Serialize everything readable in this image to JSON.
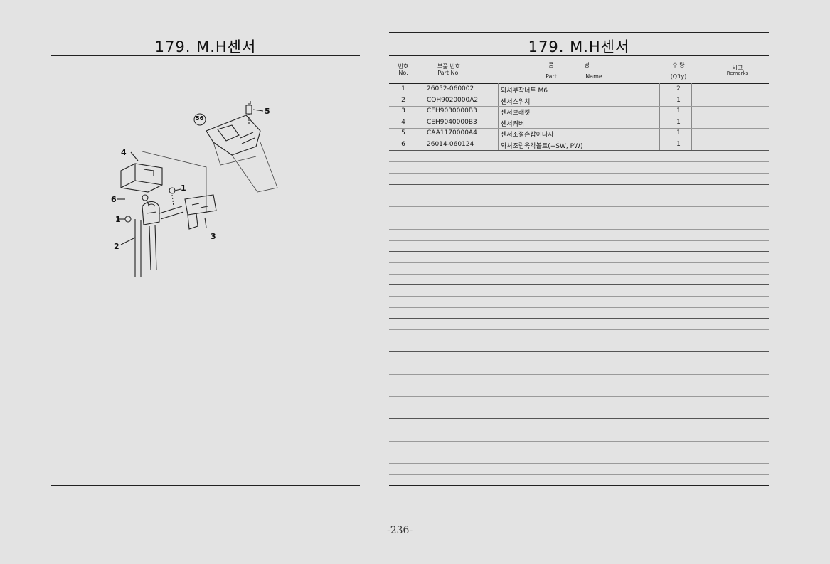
{
  "left_page": {
    "title": "179. M.H센서",
    "callouts": {
      "c1a": "1",
      "c1b": "1",
      "c2": "2",
      "c3": "3",
      "c4": "4",
      "c5": "5",
      "c6": "6",
      "c56": "56"
    }
  },
  "right_page": {
    "title": "179. M.H센서",
    "headers": {
      "no_ko": "번호",
      "no_en": "No.",
      "part_ko": "부품 번호",
      "part_en": "Part No.",
      "name_ko_1": "품",
      "name_ko_2": "명",
      "name_part": "Part",
      "name_name": "Name",
      "qty_ko": "수 량",
      "qty_en": "(Q'ty)",
      "remarks_ko": "비고",
      "remarks_en": "Remarks"
    },
    "rows": [
      {
        "no": "1",
        "part_no": "26052-060002",
        "name": "와셔부착너트 M6",
        "qty": "2",
        "remarks": ""
      },
      {
        "no": "2",
        "part_no": "CQH9020000A2",
        "name": "센서스위치",
        "qty": "1",
        "remarks": ""
      },
      {
        "no": "3",
        "part_no": "CEH9030000B3",
        "name": "센서브래킷",
        "qty": "1",
        "remarks": ""
      },
      {
        "no": "4",
        "part_no": "CEH9040000B3",
        "name": "센서커버",
        "qty": "1",
        "remarks": ""
      },
      {
        "no": "5",
        "part_no": "CAA1170000A4",
        "name": "센서조절손잡이나사",
        "qty": "1",
        "remarks": ""
      },
      {
        "no": "6",
        "part_no": "26014-060124",
        "name": "와셔조립육각볼트(+SW, PW)",
        "qty": "1",
        "remarks": ""
      }
    ]
  },
  "page_number": "-236-"
}
